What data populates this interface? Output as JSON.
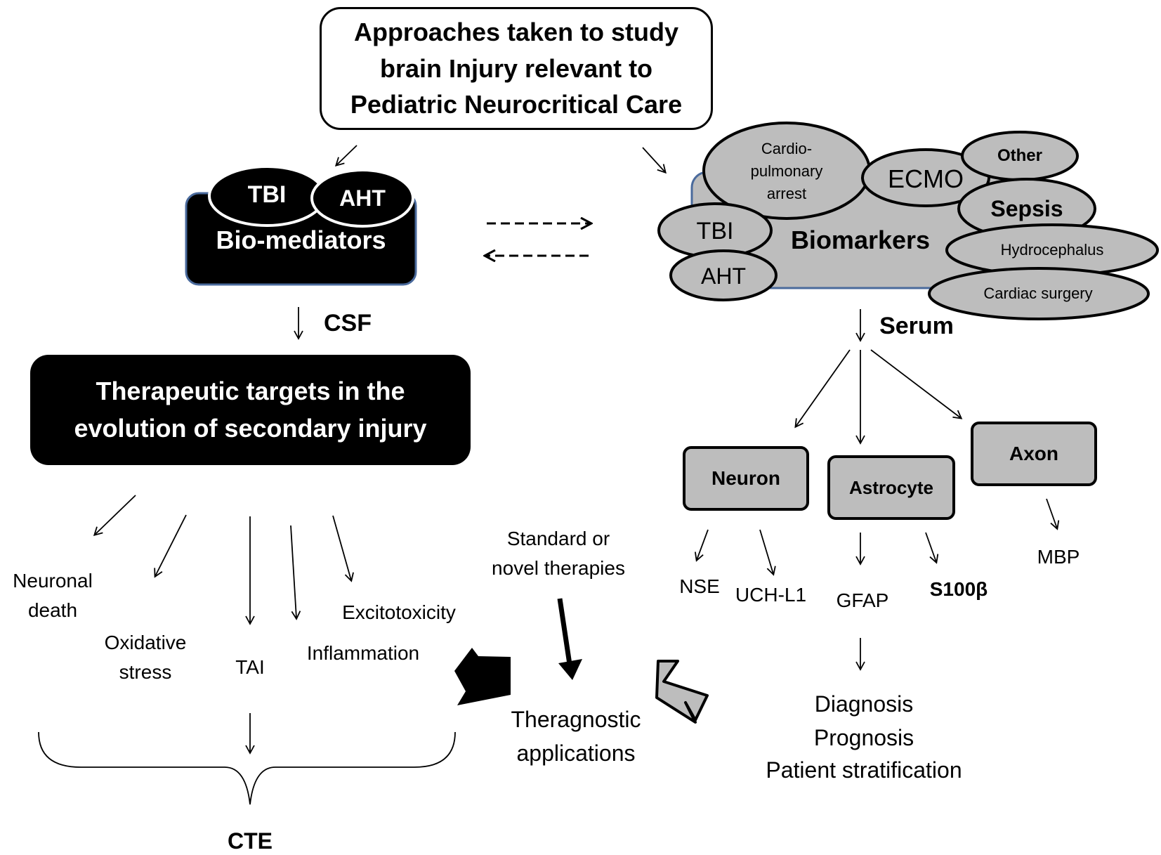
{
  "title": {
    "line1": "Approaches taken to study",
    "line2": "brain Injury relevant to",
    "line3": "Pediatric Neurocritical Care"
  },
  "biomediators": {
    "label": "Bio-mediators",
    "tbi": "TBI",
    "aht": "AHT",
    "fluid": "CSF"
  },
  "biomarkers": {
    "label": "Biomarkers",
    "fluid": "Serum",
    "ovals": {
      "cardio1": "Cardio-",
      "cardio2": "pulmonary",
      "cardio3": "arrest",
      "ecmo": "ECMO",
      "other": "Other",
      "sepsis": "Sepsis",
      "hydro": "Hydrocephalus",
      "cardiac": "Cardiac surgery",
      "tbi": "TBI",
      "aht": "AHT"
    }
  },
  "therapeutic": {
    "line1": "Therapeutic targets in the",
    "line2": "evolution of secondary injury"
  },
  "mechanisms": {
    "neuronal1": "Neuronal",
    "neuronal2": "death",
    "oxidative1": "Oxidative",
    "oxidative2": "stress",
    "tai": "TAI",
    "inflammation": "Inflammation",
    "excitotoxicity": "Excitotoxicity",
    "cte": "CTE"
  },
  "therapies": {
    "line1": "Standard or",
    "line2": "novel therapies"
  },
  "theragnostic": {
    "line1": "Theragnostic",
    "line2": "applications"
  },
  "cells": {
    "neuron": "Neuron",
    "astrocyte": "Astrocyte",
    "axon": "Axon"
  },
  "markers": {
    "nse": "NSE",
    "uchl1": "UCH-L1",
    "gfap": "GFAP",
    "s100b": "S100β",
    "mbp": "MBP"
  },
  "outcomes": {
    "diagnosis": "Diagnosis",
    "prognosis": "Prognosis",
    "stratification": "Patient stratification"
  },
  "colors": {
    "gray_fill": "#bdbdbd",
    "black": "#000000",
    "blue_edge": "#4a6a9c"
  }
}
